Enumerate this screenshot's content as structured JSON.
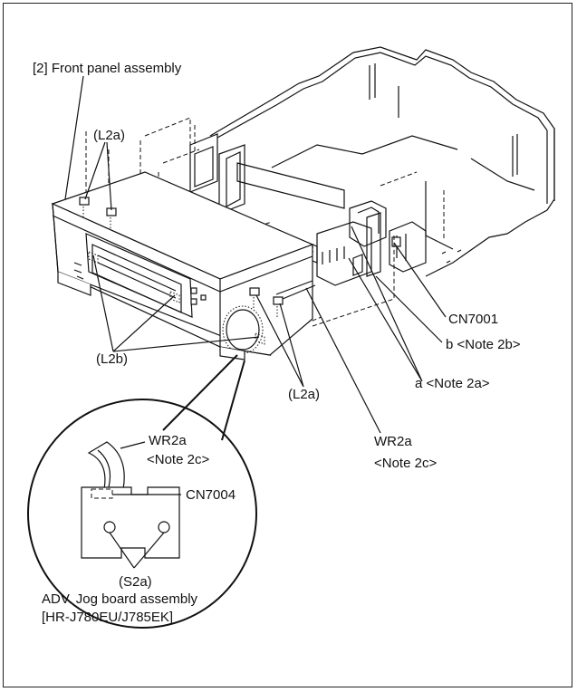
{
  "labels": {
    "front_panel": "[2] Front panel assembly",
    "l2a_top": "(L2a)",
    "l2b": "(L2b)",
    "l2a_bottom": "(L2a)",
    "cn7001": "CN7001",
    "note_2b": "b <Note 2b>",
    "note_2a": "a <Note 2a>",
    "wr2a_right": "WR2a",
    "note_2c_right": "<Note 2c>",
    "wr2a_detail": "WR2a",
    "note_2c_detail": "<Note 2c>",
    "cn7004": "CN7004",
    "s2a": "(S2a)",
    "jog_board": "ADV. Jog board assembly",
    "model": "[HR-J780EU/J785EK]"
  }
}
